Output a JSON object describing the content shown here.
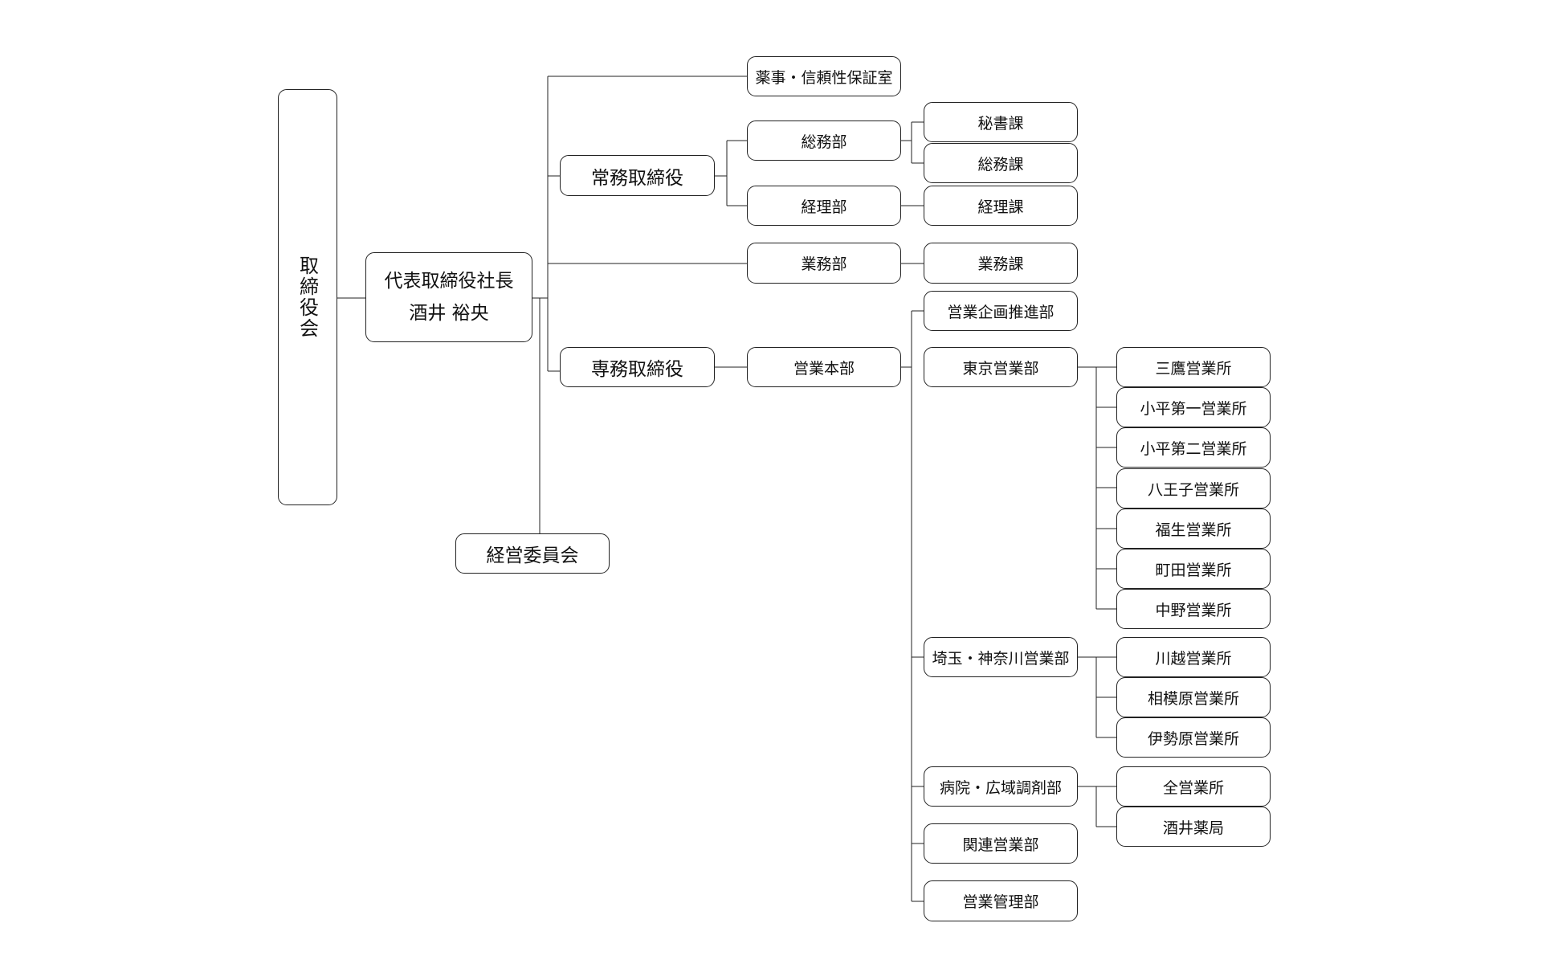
{
  "org_chart": {
    "board": "取締役会",
    "president": {
      "title": "代表取締役社長",
      "name": "酒井 裕央"
    },
    "management_committee": "経営委員会",
    "pharma_reliability": "薬事・信頼性保証室",
    "managing_director": "常務取締役",
    "general_affairs_dept": "総務部",
    "secretary_section": "秘書課",
    "general_affairs_section": "総務課",
    "accounting_dept": "経理部",
    "accounting_section": "経理課",
    "operations_dept": "業務部",
    "operations_section": "業務課",
    "senior_managing_director": "専務取締役",
    "sales_hq": "営業本部",
    "sales_planning_dept": "営業企画推進部",
    "tokyo_sales": {
      "dept": "東京営業部",
      "offices": [
        "三鷹営業所",
        "小平第一営業所",
        "小平第二営業所",
        "八王子営業所",
        "福生営業所",
        "町田営業所",
        "中野営業所"
      ]
    },
    "saitama_kanagawa_sales": {
      "dept": "埼玉・神奈川営業部",
      "offices": [
        "川越営業所",
        "相模原営業所",
        "伊勢原営業所"
      ]
    },
    "hospital_dispensing": {
      "dept": "病院・広域調剤部",
      "offices": [
        "全営業所",
        "酒井薬局"
      ]
    },
    "related_sales_dept": "関連営業部",
    "sales_management_dept": "営業管理部"
  }
}
